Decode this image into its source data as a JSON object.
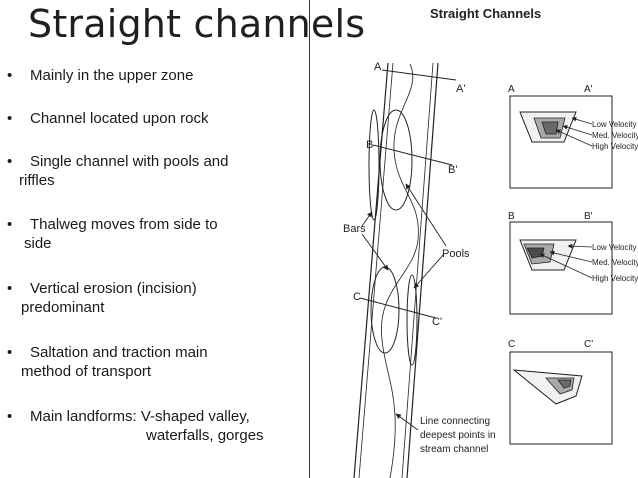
{
  "slide": {
    "title": "Straight channels"
  },
  "bullets": [
    {
      "line1": "Mainly in the upper zone",
      "line2": ""
    },
    {
      "line1": "Channel located upon rock",
      "line2": ""
    },
    {
      "line1": "Single channel with pools and",
      "line2": "riffles"
    },
    {
      "line1": "Thalweg moves from side to",
      "line2": "side"
    },
    {
      "line1": "Vertical erosion (incision)",
      "line2": "predominant"
    },
    {
      "line1": "Saltation and traction main",
      "line2": "method of transport"
    },
    {
      "line1": "Main landforms: V-shaped valley,",
      "line2": "waterfalls, gorges"
    }
  ],
  "figure": {
    "heading": "Straight Channels",
    "plan_labels": {
      "a": "A",
      "a_prime": "A'",
      "b": "B",
      "b_prime": "B'",
      "c": "C",
      "c_prime": "C'",
      "bars": "Bars",
      "pools": "Pools",
      "thalweg_line1": "Line connecting",
      "thalweg_line2": "deepest points in",
      "thalweg_line3": "stream channel"
    },
    "sections": {
      "a_left": "A",
      "a_right": "A'",
      "b_left": "B",
      "b_right": "B'",
      "c_left": "C",
      "c_right": "C'",
      "low_velocity": "Low Velocity",
      "med_velocity": "Med. Velocity",
      "high_velocity": "High Velocity"
    },
    "colors": {
      "low": "#f2f2f2",
      "med": "#a9a9a9",
      "high": "#6a6a6a",
      "line": "#222222"
    }
  }
}
